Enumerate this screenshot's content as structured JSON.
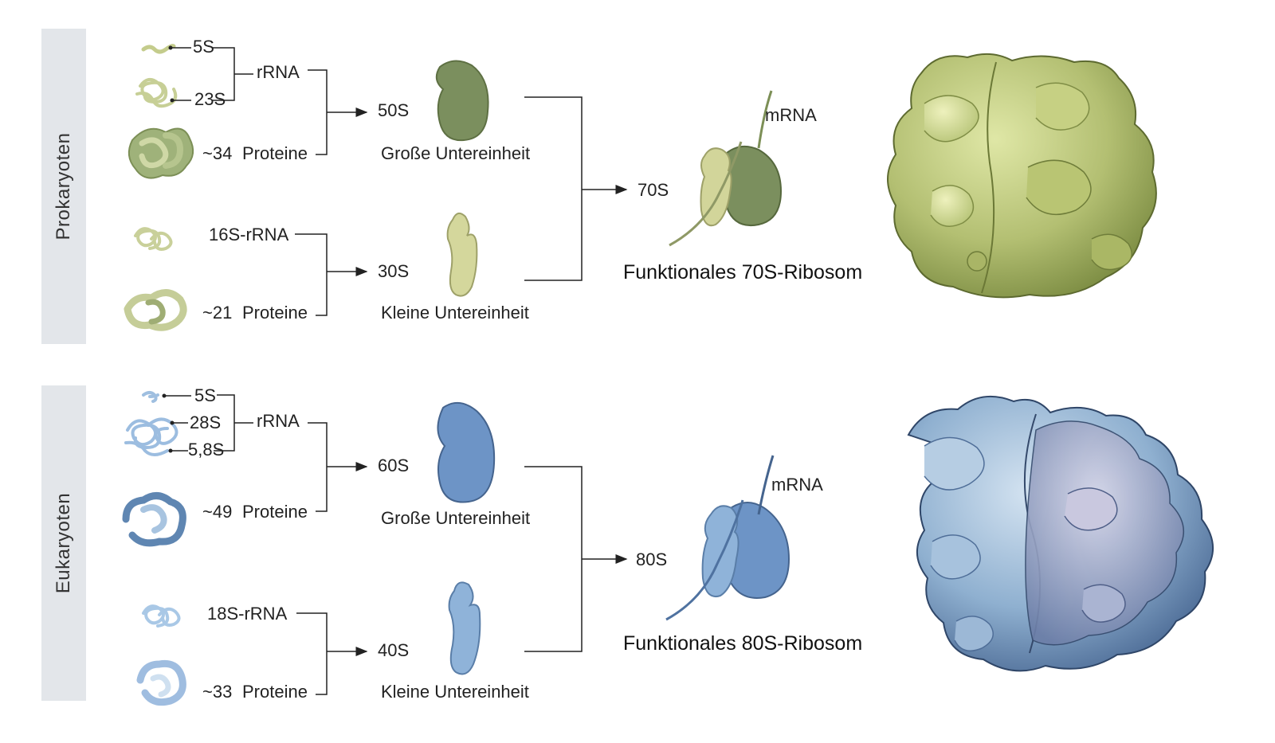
{
  "prokaryotes": {
    "band_label": "Prokaryoten",
    "rrna_5s": "5S",
    "rrna_23s": "23S",
    "rrna_group": "rRNA",
    "large_proteins_count": "~34",
    "large_proteins_word": "Proteine",
    "large_s": "50S",
    "large_name": "Große Untereinheit",
    "small_rrna": "16S-rRNA",
    "small_proteins_count": "~21",
    "small_proteins_word": "Proteine",
    "small_s": "30S",
    "small_name": "Kleine Untereinheit",
    "total_s": "70S",
    "mrna": "mRNA",
    "functional": "Funktionales 70S-Ribosom",
    "colors": {
      "large": "#7b8f5e",
      "small": "#c9cf96",
      "model": "#b8c27a",
      "model_dark": "#8f9d55"
    }
  },
  "eukaryotes": {
    "band_label": "Eukaryoten",
    "rrna_5s": "5S",
    "rrna_28s": "28S",
    "rrna_58s": "5,8S",
    "rrna_group": "rRNA",
    "large_proteins_count": "~49",
    "large_proteins_word": "Proteine",
    "large_s": "60S",
    "large_name": "Große Untereinheit",
    "small_rrna": "18S-rRNA",
    "small_proteins_count": "~33",
    "small_proteins_word": "Proteine",
    "small_s": "40S",
    "small_name": "Kleine Untereinheit",
    "total_s": "80S",
    "mrna": "mRNA",
    "functional": "Funktionales 80S-Ribosom",
    "colors": {
      "large": "#6d94c6",
      "small": "#8fb3d9",
      "model": "#7fa7c9",
      "model_dark": "#6a7fa8"
    }
  }
}
